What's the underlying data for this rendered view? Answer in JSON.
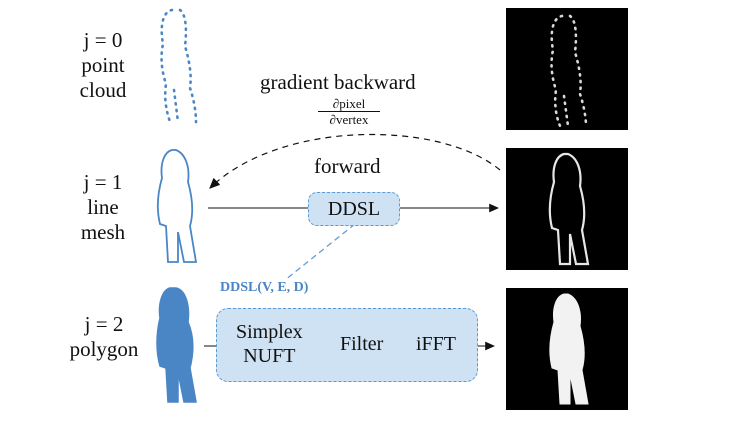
{
  "rows": [
    {
      "line1": "j = 0",
      "line2": "point",
      "line3": "cloud"
    },
    {
      "line1": "j = 1",
      "line2": "line",
      "line3": "mesh"
    },
    {
      "line1": "j = 2",
      "line2": "polygon",
      "line3": ""
    }
  ],
  "gradient": {
    "label": "gradient backward",
    "numerator": "∂pixel",
    "denominator": "∂vertex"
  },
  "forward_label": "forward",
  "ddsl_label": "DDSL",
  "ddsl_signature": "DDSL(V, E, D)",
  "pipeline": {
    "step1_line1": "Simplex",
    "step1_line2": "NUFT",
    "step2": "Filter",
    "step3": "iFFT"
  },
  "colors": {
    "accent": "#5b9bd5",
    "box_fill": "#cfe2f3",
    "shape_fill": "#4a86c5"
  }
}
